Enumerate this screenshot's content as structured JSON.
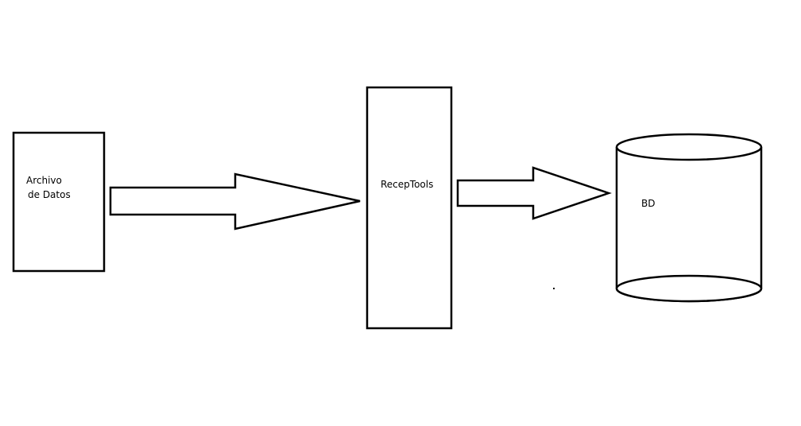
{
  "diagram": {
    "nodes": {
      "source_file": {
        "label_line1": "Archivo",
        "label_line2": "de Datos"
      },
      "processor": {
        "label": "RecepTools"
      },
      "database": {
        "label": "BD"
      }
    },
    "edges": [
      {
        "from": "source_file",
        "to": "processor"
      },
      {
        "from": "processor",
        "to": "database"
      }
    ]
  }
}
